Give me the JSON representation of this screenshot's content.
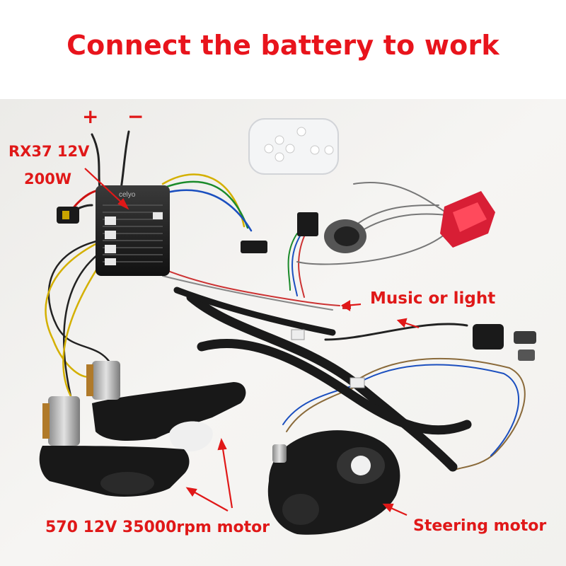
{
  "title": "Connect the battery to work",
  "labels": {
    "plus": "+",
    "minus": "−",
    "controller_model": "RX37 12V",
    "controller_power": "200W",
    "music": "Music or light",
    "motor": "570 12V 35000rpm motor",
    "steering": "Steering motor"
  },
  "colors": {
    "accent": "#e01818",
    "background": "#f2f1ef"
  }
}
